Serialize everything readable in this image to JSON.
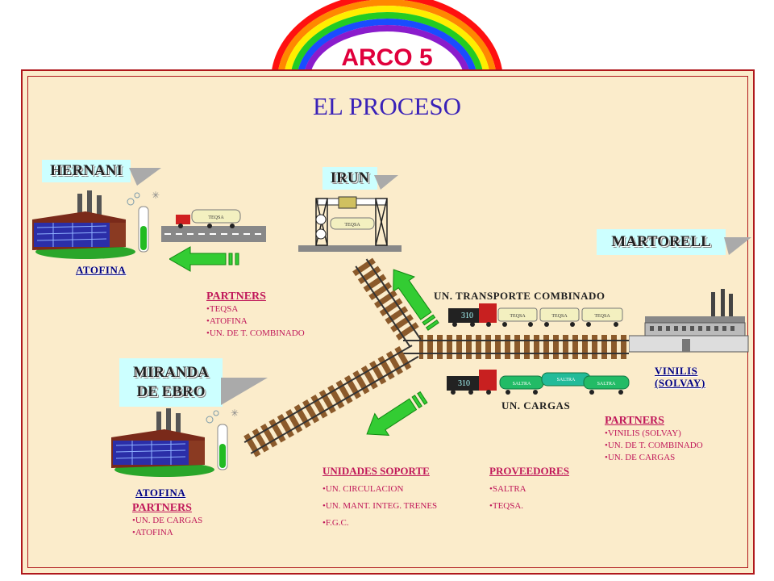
{
  "header": {
    "badge": "ARCO 5"
  },
  "title": "EL PROCESO",
  "locations": {
    "hernani": "HERNANI",
    "irun": "IRUN",
    "martorell": "MARTORELL",
    "miranda_line1": "MIRANDA",
    "miranda_line2": "DE EBRO"
  },
  "plants": {
    "hernani_plant": "ATOFINA",
    "miranda_plant": "ATOFINA",
    "martorell_line1": "VINILIS",
    "martorell_line2": "(SOLVAY)"
  },
  "trains": {
    "transport_label": "UN. TRANSPORTE  COMBINADO",
    "cargo_label": "UN.  CARGAS",
    "loco_number": "310",
    "truck_text": "TEQSA",
    "crane_text": "TEQSA",
    "top_wagons": [
      "TEQSA",
      "TEQSA",
      "TEQSA"
    ],
    "bottom_wagons": [
      "SALTRA",
      "SALTRA",
      "SALTRA"
    ]
  },
  "partners_hernani": {
    "heading": "PARTNERS",
    "items": [
      "•TEQSA",
      "•ATOFINA",
      "•UN. DE T. COMBINADO"
    ]
  },
  "partners_martorell": {
    "heading": "PARTNERS",
    "items": [
      "•VINILIS (SOLVAY)",
      "•UN. DE T. COMBINADO",
      "•UN. DE CARGAS"
    ]
  },
  "partners_miranda": {
    "heading": "PARTNERS",
    "items": [
      "•UN. DE CARGAS",
      "•ATOFINA"
    ]
  },
  "unidades_soporte": {
    "heading": "UNIDADES SOPORTE",
    "items": [
      "•UN. CIRCULACION",
      "•UN. MANT. INTEG. TRENES",
      "•F.G.C."
    ]
  },
  "proveedores": {
    "heading": "PROVEEDORES",
    "items": [
      "•SALTRA",
      "•TEQSA."
    ]
  },
  "colors": {
    "title": "#3a22b8",
    "badge": "#e0003c",
    "partners_text": "#c0185a",
    "label_box": "#ccffff",
    "panel_bg": "#fbeccb",
    "border": "#b0181c",
    "arrow_green": "#33cc33",
    "track_wood": "#8b5a2b"
  }
}
